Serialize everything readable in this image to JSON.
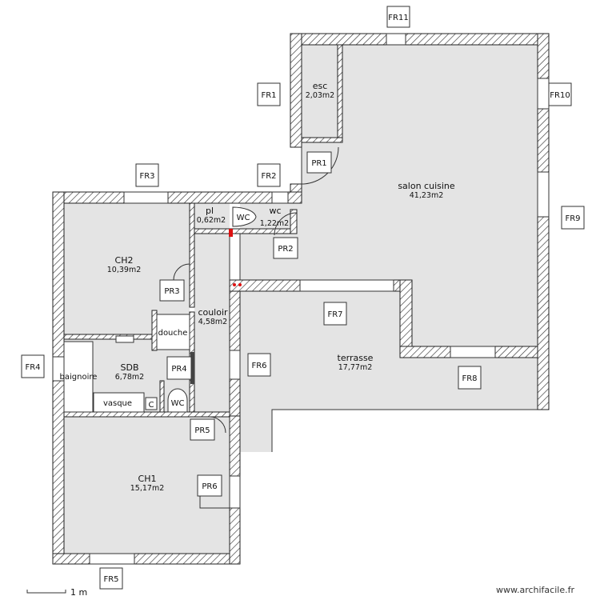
{
  "rooms": {
    "salon": {
      "name": "salon  cuisine",
      "area": "41,23m2"
    },
    "esc": {
      "name": "esc",
      "area": "2,03m2"
    },
    "pl": {
      "name": "pl",
      "area": "0,62m2"
    },
    "wc": {
      "name": "wc",
      "area": "1,22m2"
    },
    "couloir": {
      "name": "couloir",
      "area": "4,58m2"
    },
    "terrasse": {
      "name": "terrasse",
      "area": "17,77m2"
    },
    "ch2": {
      "name": "CH2",
      "area": "10,39m2"
    },
    "sdb": {
      "name": "SDB",
      "area": "6,78m2"
    },
    "ch1": {
      "name": "CH1",
      "area": "15,17m2"
    }
  },
  "fixtures": {
    "douche": "douche",
    "baignoire": "baignoire",
    "vasque": "vasque",
    "c": "C",
    "wc1": "WC",
    "wc2": "WC"
  },
  "windows": [
    "FR1",
    "FR2",
    "FR3",
    "FR4",
    "FR5",
    "FR6",
    "FR7",
    "FR8",
    "FR9",
    "FR10",
    "FR11"
  ],
  "doors": [
    "PR1",
    "PR2",
    "PR3",
    "PR4",
    "PR5",
    "PR6"
  ],
  "scale": {
    "label": "1 m"
  },
  "watermark": "www.archifacile.fr",
  "colors": {
    "floor": "#e4e4e4",
    "wall_hatch": "#333333",
    "marker": "#dd1111"
  }
}
